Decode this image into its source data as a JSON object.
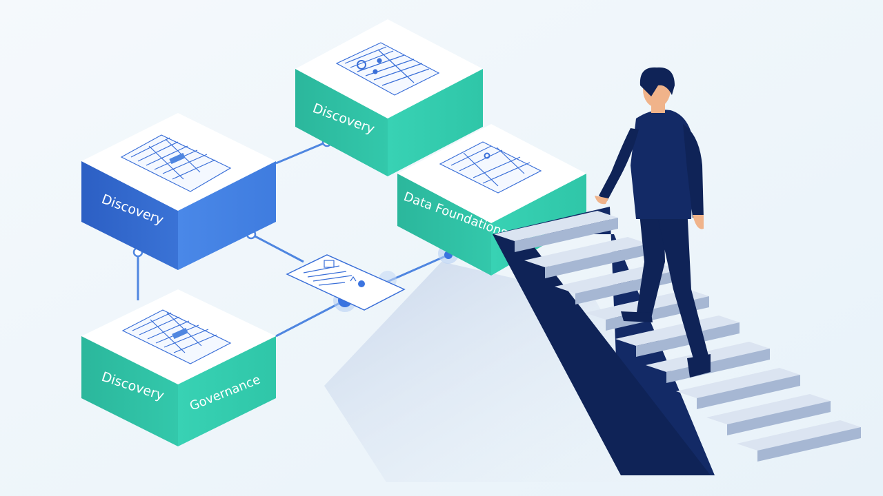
{
  "blocks": {
    "top_label": "Discovery",
    "left_label": "Discovery",
    "bottom_left_label": "Discovery",
    "bottom_right_label": "Governance",
    "foundations_label": "Data Foundations"
  },
  "colors": {
    "background": "#eef6fb",
    "teal": "#2ebfa5",
    "teal_light": "#3ed3b6",
    "blue": "#2f63c9",
    "blue_light": "#4a86e6",
    "navy": "#0f2357",
    "step_top": "#d9e2f0",
    "step_front": "#a9b9d4",
    "connector": "#4f86e0"
  }
}
